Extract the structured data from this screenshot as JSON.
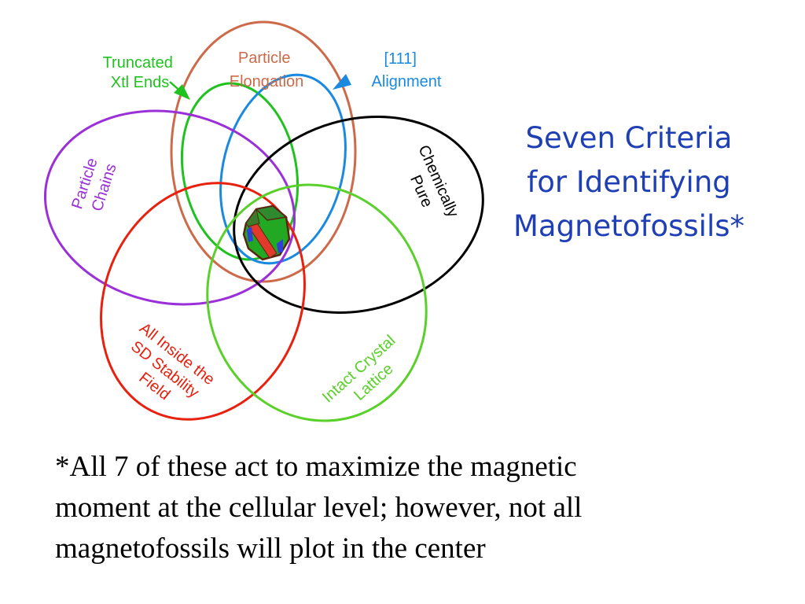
{
  "title": {
    "lines": [
      "Seven Criteria",
      "for Identifying",
      "Magnetofossils*"
    ]
  },
  "criteria": {
    "truncated": {
      "lines": [
        "Truncated",
        "Xtl Ends"
      ],
      "color": "#1fc21f"
    },
    "elongation": {
      "lines": [
        "Particle",
        "Elongation"
      ],
      "color": "#cc6a4a"
    },
    "alignment": {
      "lines": [
        "[111]",
        "Alignment"
      ],
      "color": "#1a8ae0"
    },
    "chains": {
      "lines": [
        "Particle",
        "Chains"
      ],
      "color": "#9b30d8"
    },
    "chemically": {
      "lines": [
        "Chemically",
        "Pure"
      ],
      "color": "#000000"
    },
    "sd_field": {
      "lines": [
        "All Inside the",
        "SD Stability",
        "Field"
      ],
      "color": "#e8210f"
    },
    "lattice": {
      "lines": [
        "Intact Crystal",
        "Lattice"
      ],
      "color": "#5ad12a"
    }
  },
  "footnote": {
    "lines": [
      "*All 7 of these act to maximize the magnetic",
      "moment at the cellular level; however, not all",
      "magnetofossils will plot in the center"
    ]
  }
}
